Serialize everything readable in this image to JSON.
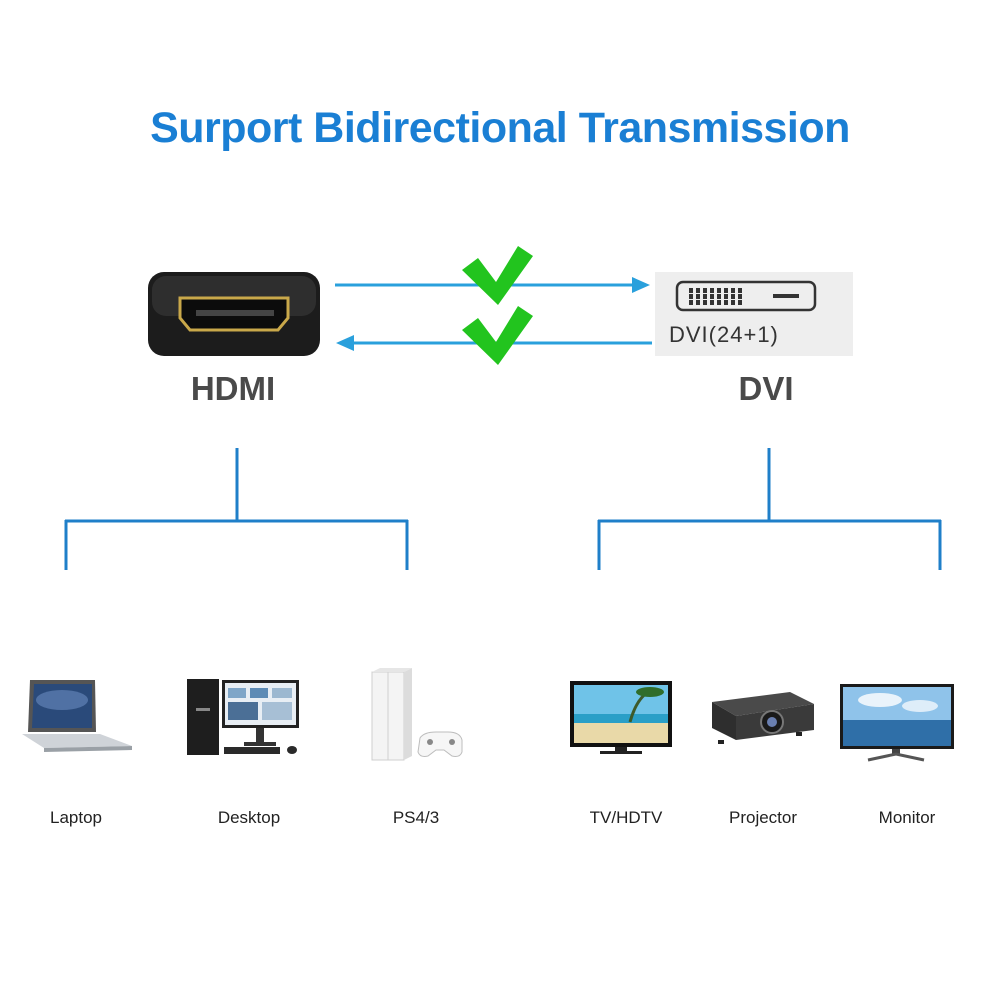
{
  "title": "Surport Bidirectional Transmission",
  "ports": {
    "left": {
      "label": "HDMI",
      "icon": "hdmi-port-icon"
    },
    "right": {
      "label": "DVI",
      "icon": "dvi-port-icon",
      "connector_text": "DVI(24+1)"
    }
  },
  "arrows": {
    "forward_check": "checkmark-icon",
    "backward_check": "checkmark-icon"
  },
  "devices": {
    "hdmi": [
      {
        "label": "Laptop",
        "icon": "laptop-icon"
      },
      {
        "label": "Desktop",
        "icon": "desktop-icon"
      },
      {
        "label": "PS4/3",
        "icon": "game-console-icon"
      }
    ],
    "dvi": [
      {
        "label": "TV/HDTV",
        "icon": "tv-icon"
      },
      {
        "label": "Projector",
        "icon": "projector-icon"
      },
      {
        "label": "Monitor",
        "icon": "monitor-icon"
      }
    ]
  },
  "colors": {
    "title": "#1a7fd4",
    "lines": "#1f7fc9",
    "arrows": "#2aa0dc",
    "check": "#22c41e",
    "port_label": "#4a4a4a",
    "hdmi_gold": "#c9a84a"
  }
}
